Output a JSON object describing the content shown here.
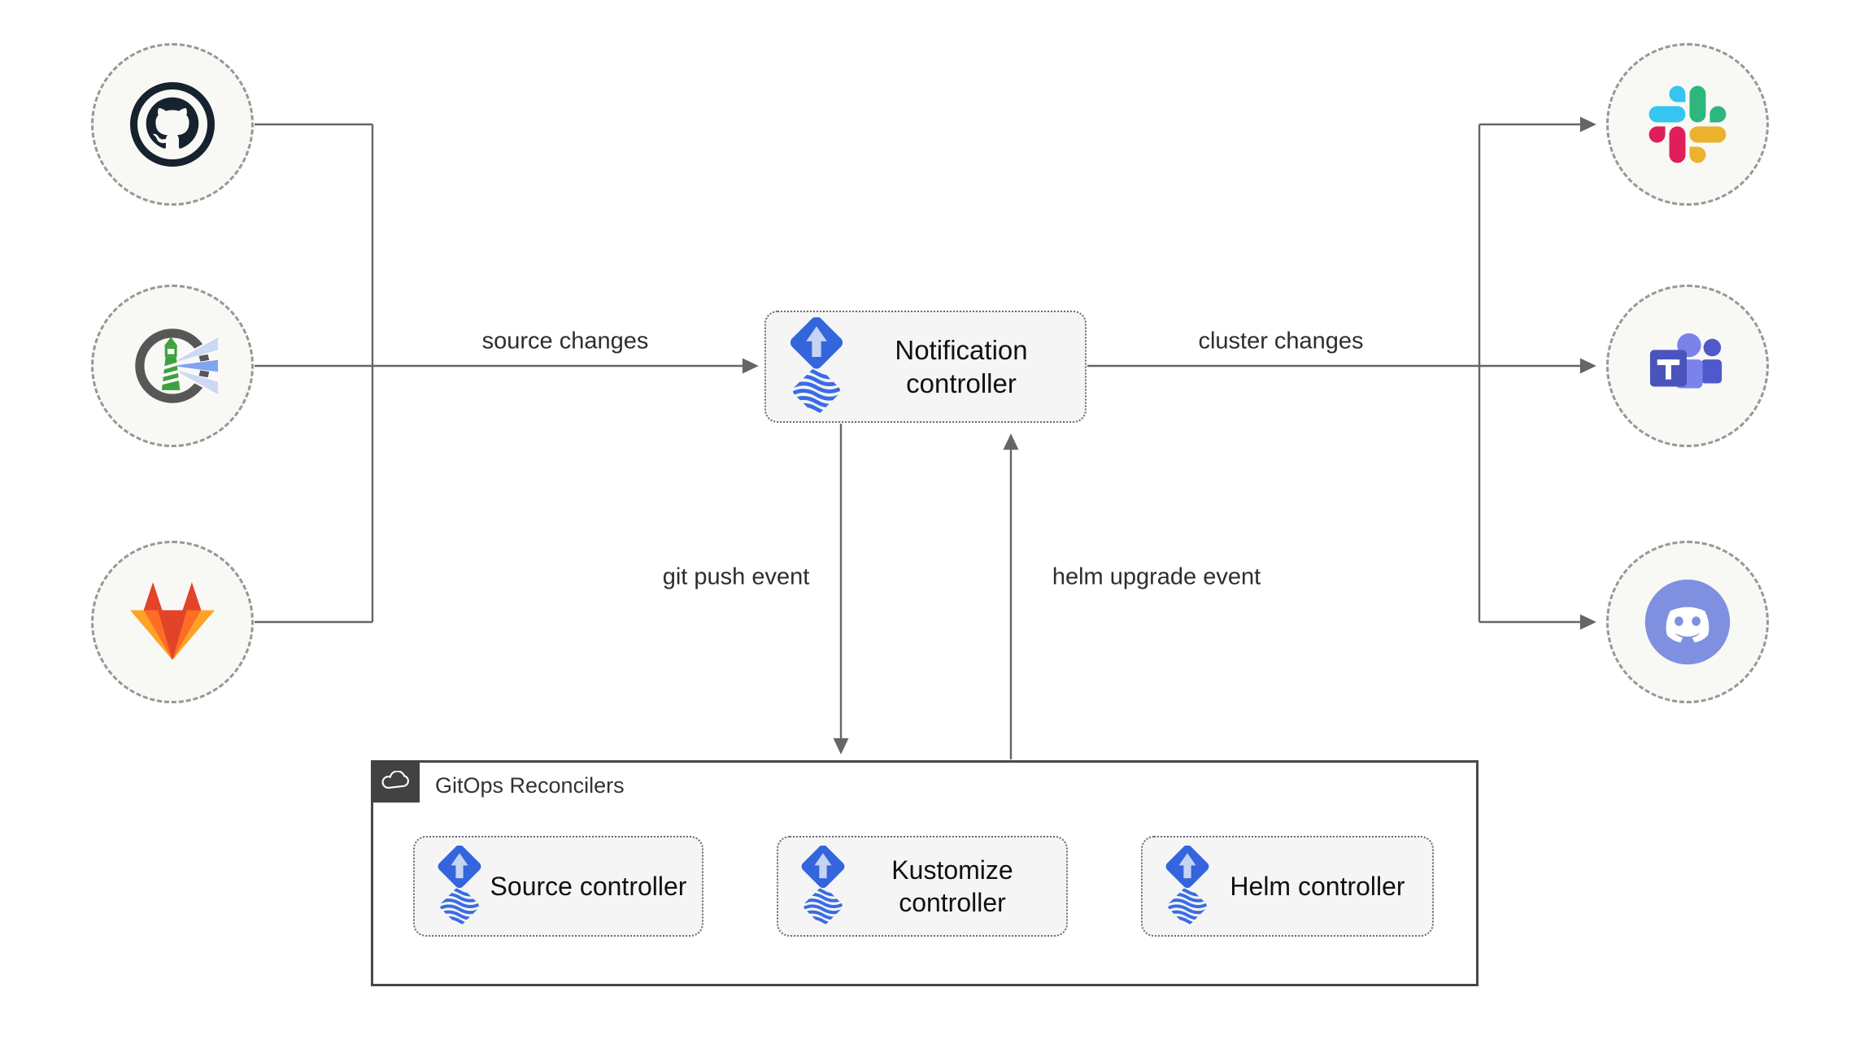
{
  "diagram_title": "Flux notification controller GitOps diagram",
  "left_sources": [
    {
      "name": "github",
      "icon": "github-icon"
    },
    {
      "name": "harbor",
      "icon": "harbor-icon"
    },
    {
      "name": "gitlab",
      "icon": "gitlab-icon"
    }
  ],
  "right_targets": [
    {
      "name": "slack",
      "icon": "slack-icon"
    },
    {
      "name": "microsoft-teams",
      "icon": "microsoft-teams-icon"
    },
    {
      "name": "discord",
      "icon": "discord-icon"
    }
  ],
  "nodes": {
    "notification": {
      "label": "Notification controller",
      "icon": "flux-icon"
    },
    "source": {
      "label": "Source controller",
      "icon": "flux-icon"
    },
    "kustomize": {
      "label": "Kustomize controller",
      "icon": "flux-icon"
    },
    "helm": {
      "label": "Helm controller",
      "icon": "flux-icon"
    }
  },
  "group": {
    "title": "GitOps Reconcilers",
    "icon": "cloud-icon"
  },
  "edge_labels": {
    "source_changes": "source changes",
    "cluster_changes": "cluster changes",
    "git_push": "git push event",
    "helm_upgrade": "helm upgrade event"
  },
  "colors": {
    "line": "#666666",
    "node_fill": "#f5f5f5",
    "node_border": "#6b6b6b",
    "circle_fill": "#f8f8f5",
    "circle_border": "#979797",
    "group_border": "#474747",
    "group_tab": "#424242",
    "flux_blue": "#3565dd",
    "github_dark": "#16222e",
    "slack_blue": "#36C5F0",
    "slack_green": "#2EB67D",
    "slack_pink": "#E01E5A",
    "slack_yellow": "#ECB22E",
    "teams_purple": "#4b53bc",
    "discord_blurple": "#7f90e0",
    "gitlab_red": "#e24329",
    "gitlab_orange": "#fc6d26",
    "gitlab_yellow": "#fca326",
    "harbor_green": "#3da13f"
  }
}
